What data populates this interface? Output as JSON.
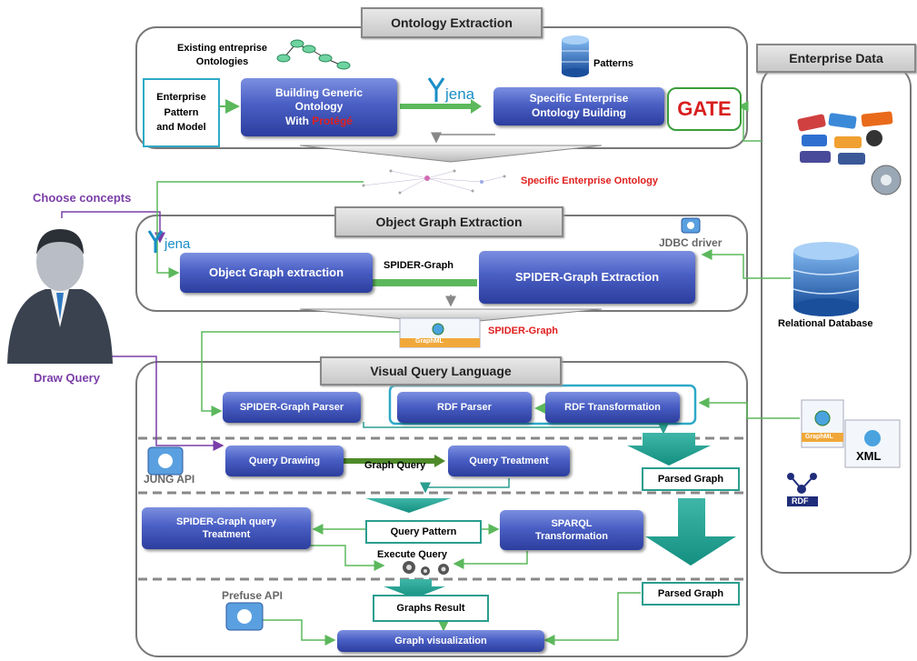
{
  "enterprise_data": {
    "title": "Enterprise Data"
  },
  "ontology_extraction": {
    "title": "Ontology Extraction",
    "existing_ontologies": "Existing entreprise\nOntologies",
    "patterns_label": "Patterns",
    "enterprise_pattern": "Enterprise\nPattern\nand Model",
    "building_generic_line1": "Building Generic",
    "building_generic_line2": "Ontology",
    "building_generic_with": "With ",
    "protege": "Protégé",
    "specific_building_line1": "Specific Enterprise",
    "specific_building_line2": "Ontology Building",
    "gate": "GATE",
    "jena": "jena"
  },
  "specific_ontology_label": "Specific Enterprise Ontology",
  "user": {
    "choose_concepts": "Choose concepts",
    "draw_query": "Draw Query"
  },
  "object_graph": {
    "title": "Object Graph Extraction",
    "jena": "jena",
    "jdbc": "JDBC driver",
    "object_extraction": "Object Graph extraction",
    "spider_arrow_label": "SPIDER-Graph",
    "spider_extraction": "SPIDER-Graph Extraction"
  },
  "relational_db": "Relational Database",
  "spider_graph_label": "SPIDER-Graph",
  "graphml_label": "GraphML",
  "xml_label": "XML",
  "rdf_label": "RDF",
  "vql": {
    "title": "Visual Query Language",
    "spider_parser": "SPIDER-Graph Parser",
    "rdf_parser": "RDF Parser",
    "rdf_transformation": "RDF Transformation",
    "jung": "JUNG API",
    "query_drawing": "Query Drawing",
    "graph_query": "Graph Query",
    "query_treatment": "Query Treatment",
    "parsed_graph_1": "Parsed Graph",
    "spider_query_treatment": "SPIDER-Graph query\nTreatment",
    "query_pattern": "Query Pattern",
    "sparql_transformation": "SPARQL\nTransformation",
    "execute_query": "Execute Query",
    "prefuse": "Prefuse API",
    "graphs_result": "Graphs Result",
    "parsed_graph_2": "Parsed Graph",
    "graph_visualization": "Graph visualization"
  }
}
